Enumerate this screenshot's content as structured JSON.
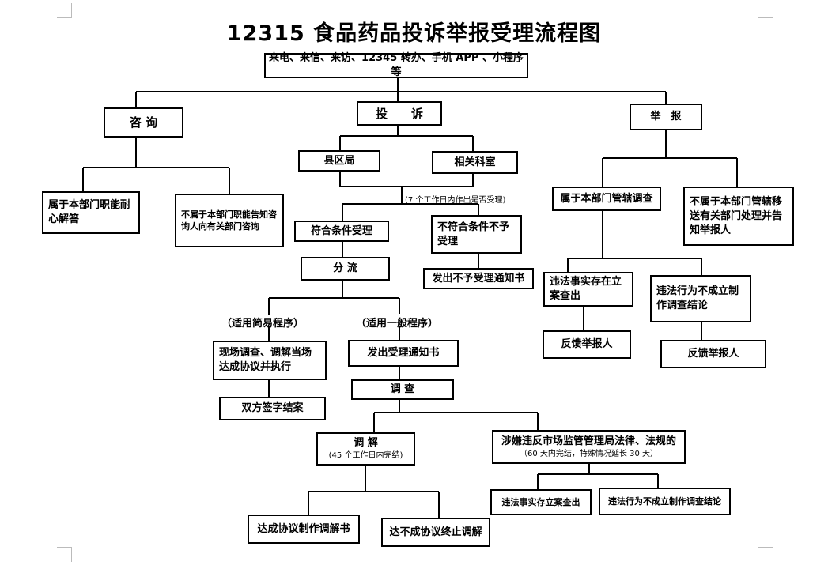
{
  "title": "12315 食品药品投诉举报受理流程图",
  "nodes": {
    "source": "来电、来信、来访、12345 转办、手机 APP 、小程序等",
    "consult": "咨 询",
    "complaint": "投　　诉",
    "report": "举　报",
    "consult_answer": "属于本部门职能耐心解答",
    "consult_notify": "不属于本部门职能告知咨询人向有关部门咨询",
    "county": "县区局",
    "dept": "相关科室",
    "deadline7": "(7 个工作日内作出是否受理)",
    "accept": "符合条件受理",
    "reject": "不符合条件不予受理",
    "reject_notice": "发出不予受理通知书",
    "divert": "分 流",
    "simple_label": "（适用简易程序）",
    "general_label": "（适用一般程序）",
    "onsite": "现场调查、调解当场达成协议并执行",
    "sign_close": "双方签字结案",
    "accept_notice": "发出受理通知书",
    "investigate": "调 查",
    "mediate": "调 解",
    "mediate_note": "(45 个工作日内完结)",
    "illegal": "涉嫌违反市场监管管理局法律、法规的",
    "illegal_note": "（60 天内完结，特殊情况延长 30 天）",
    "case_filed": "违法事实存立案查出",
    "no_case": "违法行为不成立制作调查结论",
    "agree_doc": "达成协议制作调解书",
    "not_agree": "达不成协议终止调解",
    "report_own": "属于本部门管辖调查",
    "report_transfer": "不属于本部门管辖移送有关部门处理并告知举报人",
    "report_fact": "违法事实存在立案查出",
    "report_no_fact": "违法行为不成立制作调查结论",
    "feedback1": "反馈举报人",
    "feedback2": "反馈举报人"
  }
}
